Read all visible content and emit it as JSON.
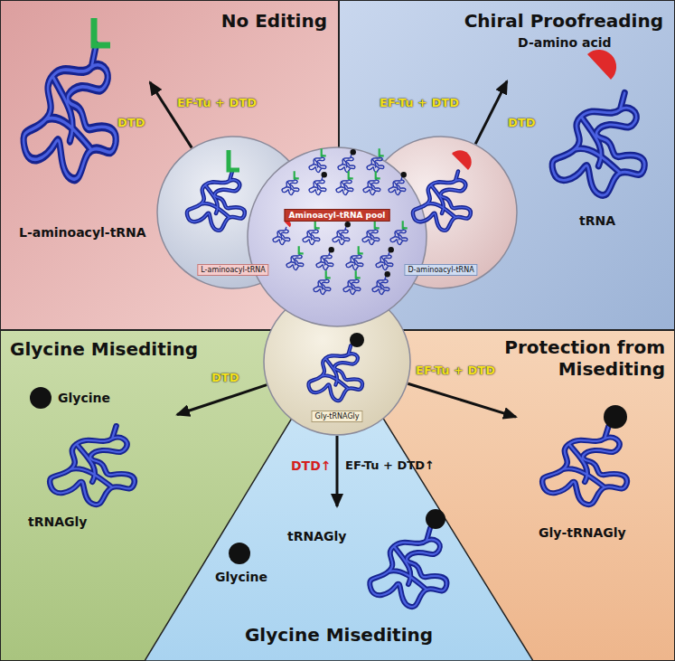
{
  "diagram": {
    "nodes": [
      {
        "text": [
          "No Editing"
        ]
      },
      {
        "text": [
          "Chiral Proofreading"
        ]
      },
      {
        "text": [
          "Glycine Misediting"
        ]
      },
      {
        "text": [
          "Protection from Misediting"
        ]
      },
      {
        "text": [
          "Glycine Misediting"
        ]
      },
      {
        "text": [
          "L-aminoacyl-tRNA"
        ]
      },
      {
        "text": [
          "D-aminoacyl-tRNA"
        ]
      },
      {
        "text": [
          "Gly-tRNAGly"
        ]
      },
      {
        "text": [
          "Aminoacyl-tRNA pool"
        ]
      },
      {
        "text": [
          "L-aminoacyl-tRNA"
        ],
        "in": 0
      },
      {
        "text": [
          "D-amino acid",
          "tRNA"
        ],
        "in": 1
      },
      {
        "text": [
          "Glycine",
          "tRNAGly"
        ],
        "in": 2
      },
      {
        "text": [
          "Gly-tRNAGly"
        ],
        "in": 3
      },
      {
        "text": [
          "Glycine",
          "tRNAGly"
        ],
        "in": 4
      }
    ],
    "edges": [
      {
        "from": 5,
        "to": 9,
        "arrow": "to",
        "label": "EF-Tu + DTD"
      },
      {
        "from": 6,
        "to": 10,
        "arrow": "to",
        "label": "EF-Tu + DTD"
      },
      {
        "from": 7,
        "to": 11,
        "arrow": "to",
        "label": "DTD"
      },
      {
        "from": 7,
        "to": 12,
        "arrow": "to",
        "label": "EF-Tu + DTD"
      },
      {
        "from": 7,
        "to": 13,
        "arrow": "to",
        "label": "EF-Tu + DTD↑"
      }
    ],
    "labels": [
      "DTD",
      "DTD",
      "DTD↑"
    ]
  }
}
